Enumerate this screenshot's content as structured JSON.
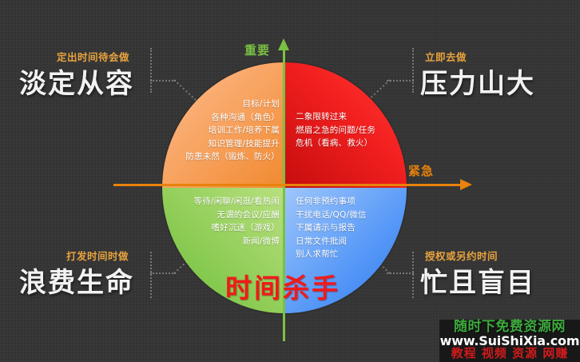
{
  "axes": {
    "vertical_label": "重要",
    "vertical_color": "#7ac143",
    "horizontal_label": "紧急",
    "horizontal_color": "#e8820c"
  },
  "center_title": "时间杀手",
  "center_title_color": "#ef1b1b",
  "callouts": {
    "top_left": {
      "sub": "定出时间待会做",
      "big": "淡定从容"
    },
    "top_right": {
      "sub": "立即去做",
      "big": "压力山大"
    },
    "bottom_left": {
      "sub": "打发时间时做",
      "big": "浪费生命"
    },
    "bottom_right": {
      "sub": "授权或另约时间",
      "big": "忙且盲目"
    }
  },
  "quadrants": {
    "q2_important_not_urgent": {
      "color": "#f4913f",
      "items": [
        "目标/计划",
        "各种沟通（角色）",
        "培训工作/培养下属",
        "知识管理/技能提升",
        "防患未然（锻炼、防火）"
      ]
    },
    "q1_important_urgent": {
      "color": "#ee1c1c",
      "items": [
        "二象限转过来",
        "燃眉之急的问题/任务",
        "危机（看病、救火）"
      ]
    },
    "q4_not_important_not_urgent": {
      "color": "#8bc95a",
      "items": [
        "等待/闲聊/闲逛/看热闹",
        "无谓的会议/应酬",
        "嗜好沉迷（游戏）",
        "新闻/微博"
      ]
    },
    "q3_not_important_urgent": {
      "color": "#4a90f0",
      "items": [
        "任何非预约事项",
        "干扰电话/QQ/微信",
        "下属请示与报告",
        "日常文件批阅",
        "别人求帮忙"
      ]
    }
  },
  "watermark": {
    "line1": "随时下免费资源网",
    "line2": "www.SuiShiXia.com",
    "line3": "教程 视频 资源 网赚"
  }
}
